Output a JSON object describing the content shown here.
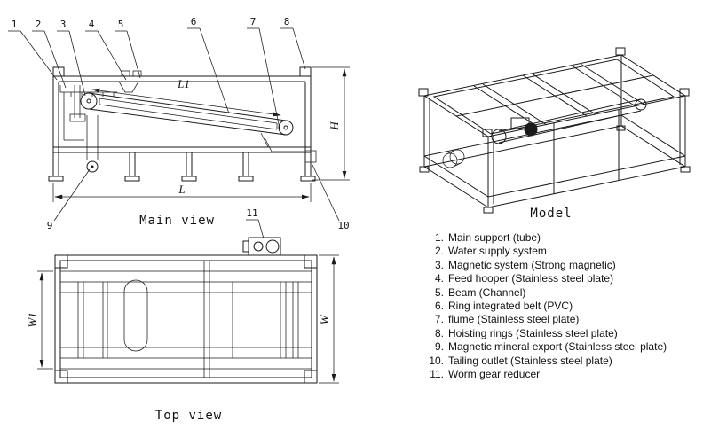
{
  "colors": {
    "ink": "#1a1a1a",
    "background": "#ffffff"
  },
  "views": {
    "main_view_label": "Main view",
    "model_label": "Model",
    "top_view_label": "Top view"
  },
  "dimensions": {
    "L": "L",
    "L1": "L1",
    "H": "H",
    "W": "W",
    "W1": "W1"
  },
  "callouts": {
    "c1": "1",
    "c2": "2",
    "c3": "3",
    "c4": "4",
    "c5": "5",
    "c6": "6",
    "c7": "7",
    "c8": "8",
    "c9": "9",
    "c10": "10",
    "c11": "11"
  },
  "parts_list": {
    "items": [
      {
        "num": "1.",
        "label": "Main support (tube)"
      },
      {
        "num": "2.",
        "label": "Water supply system"
      },
      {
        "num": "3.",
        "label": "Magnetic system (Strong magnetic)"
      },
      {
        "num": "4.",
        "label": "Feed hooper (Stainless steel plate)"
      },
      {
        "num": "5.",
        "label": "Beam (Channel)"
      },
      {
        "num": "6.",
        "label": "Ring integrated belt (PVC)"
      },
      {
        "num": "7.",
        "label": "flume (Stainless steel plate)"
      },
      {
        "num": "8.",
        "label": "Hoisting rings (Stainless steel plate)"
      },
      {
        "num": "9.",
        "label": "Magnetic mineral export (Stainless steel plate)"
      },
      {
        "num": "10.",
        "label": "Tailing outlet (Stainless steel plate)"
      },
      {
        "num": "11.",
        "label": "Worm gear reducer"
      }
    ]
  }
}
